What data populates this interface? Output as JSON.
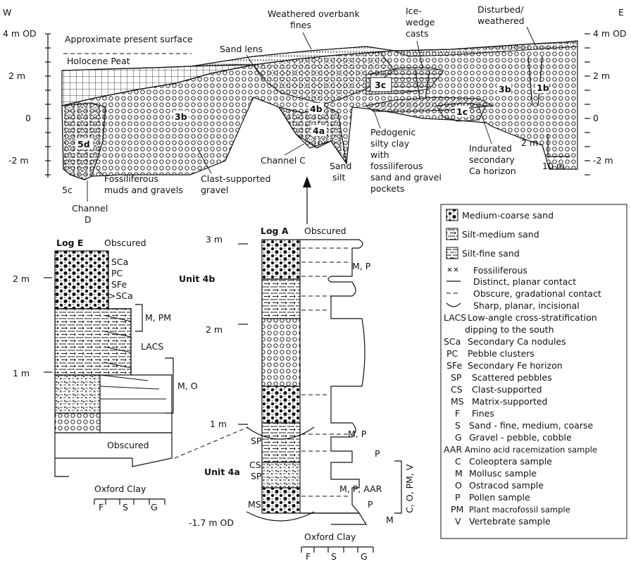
{
  "section": {
    "west_label": "W",
    "east_label": "E",
    "left_scale": [
      "4 m OD",
      "2 m",
      "0",
      "-2 m"
    ],
    "right_scale": [
      "4 m OD",
      "2 m",
      "0",
      "-2 m"
    ],
    "labels": {
      "approx_surface": "Approximate present surface",
      "holocene_peat": "Holocene Peat",
      "sand_lens": "Sand lens",
      "weathered_overbank_1": "Weathered overbank",
      "weathered_overbank_2": "fines",
      "ice_wedge_1": "Ice-",
      "ice_wedge_2": "wedge",
      "ice_wedge_3": "casts",
      "disturbed_1": "Disturbed/",
      "disturbed_2": "weathered",
      "u3c": "3c",
      "u3b_e": "3b",
      "u1b": "1b",
      "u1c": "1c",
      "u3b_w": "3b",
      "u4b": "4b",
      "u4a": "4a",
      "u5d": "5d",
      "u5c": "5c",
      "channel_c": "Channel C",
      "channel_d_1": "Channel",
      "channel_d_2": "D",
      "foss_muds_1": "Fossiliferous",
      "foss_muds_2": "muds and gravels",
      "clast_gravel_1": "Clast-supported",
      "clast_gravel_2": "gravel",
      "sand_silt_1": "Sand",
      "sand_silt_2": "silt",
      "pedogenic_1": "Pedogenic",
      "pedogenic_2": "silty clay",
      "pedogenic_3": "with",
      "pedogenic_4": "fossiliferous",
      "pedogenic_5": "sand and gravel",
      "pedogenic_6": "pockets",
      "indurated_1": "Indurated",
      "indurated_2": "secondary",
      "indurated_3": "Ca horizon",
      "scale_v": "2 m",
      "scale_h": "10 m"
    }
  },
  "log_e": {
    "title": "Log E",
    "obscured_top": "Obscured",
    "obscured_bottom": "Obscured",
    "scale": [
      "2 m",
      "1 m"
    ],
    "notes": [
      "SCa",
      "PC",
      "SFe",
      ">SCa"
    ],
    "unit": "Unit 4b",
    "samples_upper": "M, PM",
    "lacs": "LACS",
    "samples_lower": "M, O",
    "base": "Oxford Clay",
    "grain_axis": [
      "F",
      "S",
      "G"
    ]
  },
  "log_a": {
    "title": "Log A",
    "obscured_top": "Obscured",
    "scale": [
      "3 m",
      "2 m",
      "1 m",
      "-1.7 m OD"
    ],
    "samples_top": "M, P",
    "samples_mid": "M, P",
    "p1": "P",
    "samples_low": "M, P, AAR",
    "p2": "P",
    "m": "M",
    "vertical_samples": "C, O, PM, V",
    "unit": "Unit 4a",
    "notes": [
      "SP",
      "CS",
      "SP",
      "MS"
    ],
    "base": "Oxford Clay",
    "grain_axis": [
      "F",
      "S",
      "G"
    ]
  },
  "legend": {
    "items": [
      {
        "key": "",
        "text": "Medium-coarse sand"
      },
      {
        "key": "",
        "text": "Silt-medium sand"
      },
      {
        "key": "",
        "text": "Silt-fine sand"
      },
      {
        "key": "",
        "text": "Fossiliferous"
      },
      {
        "key": "",
        "text": "Distinct, planar contact"
      },
      {
        "key": "",
        "text": "Obscure, gradational contact"
      },
      {
        "key": "",
        "text": "Sharp, planar, incisional"
      },
      {
        "key": "LACS",
        "text": "Low-angle cross-stratification"
      },
      {
        "key": "",
        "text": "dipping to the south"
      },
      {
        "key": "SCa",
        "text": "Secondary Ca nodules"
      },
      {
        "key": "PC",
        "text": "Pebble clusters"
      },
      {
        "key": "SFe",
        "text": "Secondary Fe horizon"
      },
      {
        "key": "SP",
        "text": "Scattered pebbles"
      },
      {
        "key": "CS",
        "text": "Clast-supported"
      },
      {
        "key": "MS",
        "text": "Matrix-supported"
      },
      {
        "key": "F",
        "text": "Fines"
      },
      {
        "key": "S",
        "text": "Sand - fine, medium, coarse"
      },
      {
        "key": "G",
        "text": "Gravel - pebble, cobble"
      },
      {
        "key": "AAR",
        "text": "Amino acid racemization sample"
      },
      {
        "key": "C",
        "text": "Coleoptera sample"
      },
      {
        "key": "M",
        "text": "Mollusc sample"
      },
      {
        "key": "O",
        "text": "Ostracod sample"
      },
      {
        "key": "P",
        "text": "Pollen sample"
      },
      {
        "key": "PM",
        "text": "Plant macrofossil sample"
      },
      {
        "key": "V",
        "text": "Vertebrate sample"
      }
    ]
  }
}
